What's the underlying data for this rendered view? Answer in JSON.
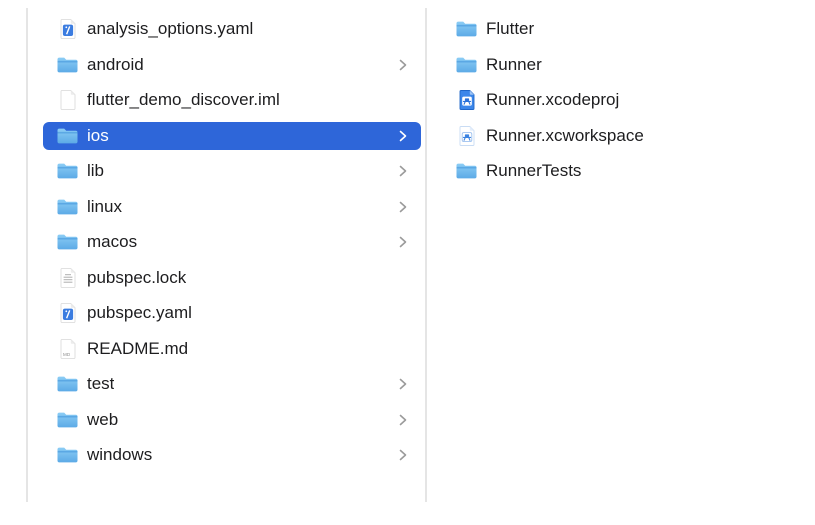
{
  "colors": {
    "selection": "#2e66d9",
    "divider": "#e5e5e5",
    "text": "#1d1d1f",
    "chevron": "#9b9b9b",
    "folder_blue_light": "#8ccdf5",
    "folder_blue_dark": "#5caae6",
    "xcode_blue": "#3b86ea"
  },
  "file_browser": {
    "view": "finder-column-view",
    "columns": [
      {
        "id": "left",
        "items": [
          {
            "label": "analysis_options.yaml",
            "icon": "yaml-file-icon",
            "chevron": false,
            "selected": false
          },
          {
            "label": "android",
            "icon": "folder-icon",
            "chevron": true,
            "selected": false
          },
          {
            "label": "flutter_demo_discover.iml",
            "icon": "file-icon",
            "chevron": false,
            "selected": false
          },
          {
            "label": "ios",
            "icon": "folder-icon",
            "chevron": true,
            "selected": true
          },
          {
            "label": "lib",
            "icon": "folder-icon",
            "chevron": true,
            "selected": false
          },
          {
            "label": "linux",
            "icon": "folder-icon",
            "chevron": true,
            "selected": false
          },
          {
            "label": "macos",
            "icon": "folder-icon",
            "chevron": true,
            "selected": false
          },
          {
            "label": "pubspec.lock",
            "icon": "text-file-icon",
            "chevron": false,
            "selected": false
          },
          {
            "label": "pubspec.yaml",
            "icon": "yaml-file-icon",
            "chevron": false,
            "selected": false
          },
          {
            "label": "README.md",
            "icon": "markdown-file-icon",
            "chevron": false,
            "selected": false
          },
          {
            "label": "test",
            "icon": "folder-icon",
            "chevron": true,
            "selected": false
          },
          {
            "label": "web",
            "icon": "folder-icon",
            "chevron": true,
            "selected": false
          },
          {
            "label": "windows",
            "icon": "folder-icon",
            "chevron": true,
            "selected": false
          }
        ]
      },
      {
        "id": "right",
        "items": [
          {
            "label": "Flutter",
            "icon": "folder-icon",
            "chevron": false,
            "selected": false
          },
          {
            "label": "Runner",
            "icon": "folder-icon",
            "chevron": false,
            "selected": false
          },
          {
            "label": "Runner.xcodeproj",
            "icon": "xcodeproj-icon",
            "chevron": false,
            "selected": false
          },
          {
            "label": "Runner.xcworkspace",
            "icon": "xcworkspace-icon",
            "chevron": false,
            "selected": false
          },
          {
            "label": "RunnerTests",
            "icon": "folder-icon",
            "chevron": false,
            "selected": false
          }
        ]
      }
    ]
  }
}
